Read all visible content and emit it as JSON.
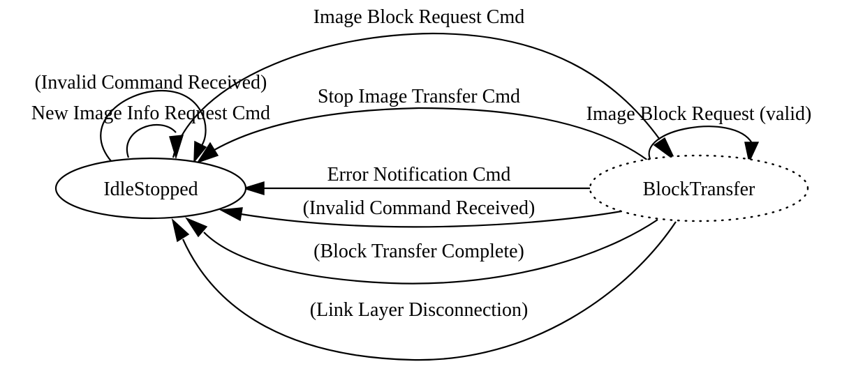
{
  "nodes": {
    "idle": "IdleStopped",
    "block": "BlockTransfer"
  },
  "edges": {
    "image_block_request_cmd": "Image Block Request Cmd",
    "invalid_command_idle": "(Invalid Command Received)",
    "new_image_info_request": "New Image Info Request Cmd",
    "stop_image_transfer": "Stop Image Transfer Cmd",
    "image_block_request_valid": "Image Block Request (valid)",
    "error_notification": "Error Notification Cmd",
    "invalid_command_block": "(Invalid Command Received)",
    "block_transfer_complete": "(Block Transfer Complete)",
    "link_layer_disconnection": "(Link Layer Disconnection)"
  },
  "styles": {
    "idle_border": "solid",
    "block_border": "dotted"
  }
}
